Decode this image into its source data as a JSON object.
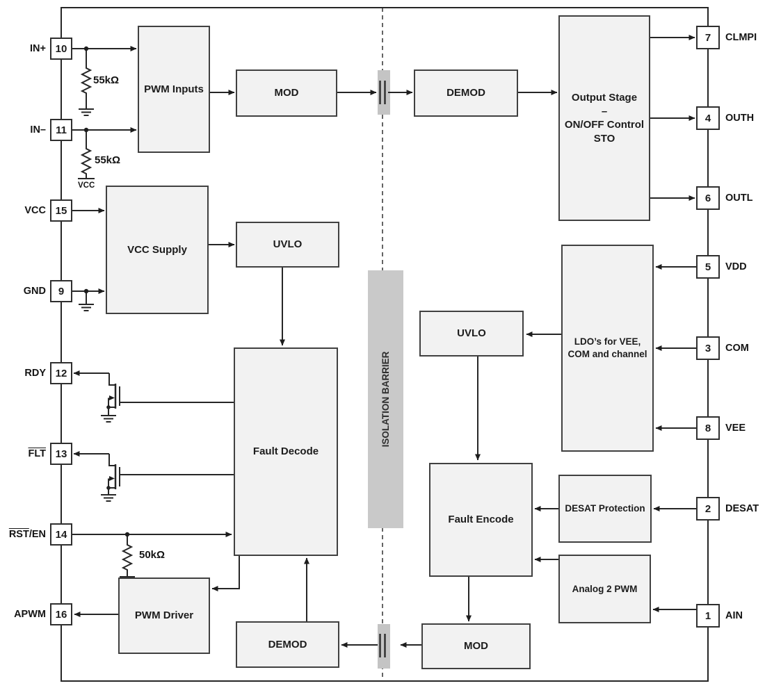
{
  "blocks": {
    "pwm_inputs": "PWM Inputs",
    "mod_top": "MOD",
    "demod_top": "DEMOD",
    "output_stage_line1": "Output Stage",
    "output_stage_line2": "–",
    "output_stage_line3": "ON/OFF Control",
    "output_stage_line4": "STO",
    "vcc_supply": "VCC Supply",
    "uvlo_left": "UVLO",
    "fault_decode": "Fault Decode",
    "uvlo_right": "UVLO",
    "ldo_line1": "LDO’s for VEE,",
    "ldo_line2": "COM and channel",
    "fault_encode": "Fault Encode",
    "desat_protection": "DESAT Protection",
    "analog_2_pwm": "Analog 2 PWM",
    "pwm_driver": "PWM Driver",
    "demod_bottom": "DEMOD",
    "mod_bottom": "MOD"
  },
  "pins": {
    "left": [
      {
        "number": "10",
        "over": "",
        "label": "IN+"
      },
      {
        "number": "11",
        "over": "",
        "label": "IN–"
      },
      {
        "number": "15",
        "over": "",
        "label": "VCC"
      },
      {
        "number": "9",
        "over": "",
        "label": "GND"
      },
      {
        "number": "12",
        "over": "",
        "label": "RDY"
      },
      {
        "number": "13",
        "over": "FLT",
        "label": ""
      },
      {
        "number": "14",
        "over": "RST",
        "label": "/EN"
      },
      {
        "number": "16",
        "over": "",
        "label": "APWM"
      }
    ],
    "right": [
      {
        "number": "7",
        "label": "CLMPI"
      },
      {
        "number": "4",
        "label": "OUTH"
      },
      {
        "number": "6",
        "label": "OUTL"
      },
      {
        "number": "5",
        "label": "VDD"
      },
      {
        "number": "3",
        "label": "COM"
      },
      {
        "number": "8",
        "label": "VEE"
      },
      {
        "number": "2",
        "label": "DESAT"
      },
      {
        "number": "1",
        "label": "AIN"
      }
    ]
  },
  "components": {
    "resistor_in_plus": "55kΩ",
    "resistor_in_minus": "55kΩ",
    "resistor_rst": "50kΩ",
    "vcc_net": "VCC"
  },
  "isolation_label": "ISOLATION BARRIER",
  "colors": {
    "block_fill": "#f2f2f2",
    "line": "#262626",
    "barrier_fill": "#c9c9c9",
    "cap_fill": "#c4c4c4"
  }
}
